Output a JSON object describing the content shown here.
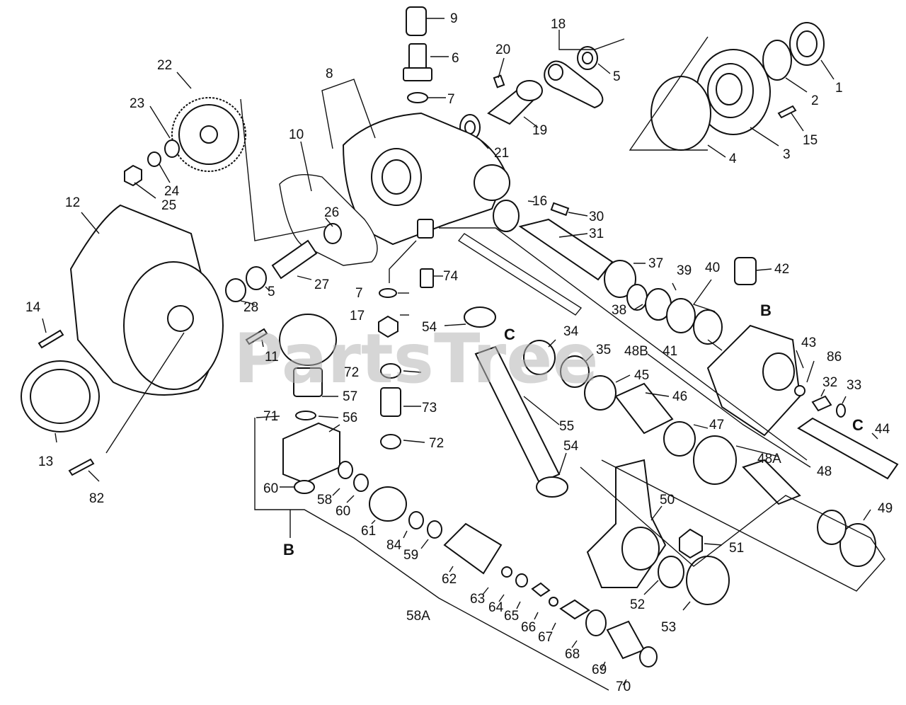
{
  "watermark": "PartsTree",
  "callouts": {
    "c1": "1",
    "c2": "2",
    "c3": "3",
    "c4": "4",
    "c5a": "5",
    "c5b": "5",
    "c6": "6",
    "c7a": "7",
    "c7b": "7",
    "c8": "8",
    "c9": "9",
    "c10": "10",
    "c11": "11",
    "c12": "12",
    "c13": "13",
    "c14": "14",
    "c15": "15",
    "c16": "16",
    "c17": "17",
    "c18": "18",
    "c19": "19",
    "c20": "20",
    "c21": "21",
    "c22": "22",
    "c23": "23",
    "c24": "24",
    "c25": "25",
    "c26": "26",
    "c27": "27",
    "c28": "28",
    "c30": "30",
    "c31": "31",
    "c32": "32",
    "c33": "33",
    "c34": "34",
    "c35": "35",
    "c37": "37",
    "c38": "38",
    "c39": "39",
    "c40": "40",
    "c41": "41",
    "c42": "42",
    "c43": "43",
    "c44": "44",
    "c45": "45",
    "c46": "46",
    "c47": "47",
    "c48": "48",
    "c48a": "48A",
    "c48b": "48B",
    "c49": "49",
    "c50": "50",
    "c51": "51",
    "c52": "52",
    "c53": "53",
    "c54a": "54",
    "c54b": "54",
    "c55": "55",
    "c56": "56",
    "c57": "57",
    "c58": "58",
    "c58a": "58A",
    "c59": "59",
    "c60a": "60",
    "c60b": "60",
    "c61": "61",
    "c62": "62",
    "c63": "63",
    "c64": "64",
    "c65": "65",
    "c66": "66",
    "c67": "67",
    "c68": "68",
    "c69": "69",
    "c70": "70",
    "c71": "71",
    "c72a": "72",
    "c72b": "72",
    "c73": "73",
    "c74": "74",
    "c82": "82",
    "c84": "84",
    "c86": "86"
  },
  "connectors": {
    "b1": "B",
    "b2": "B",
    "c1": "C",
    "c2": "C"
  }
}
